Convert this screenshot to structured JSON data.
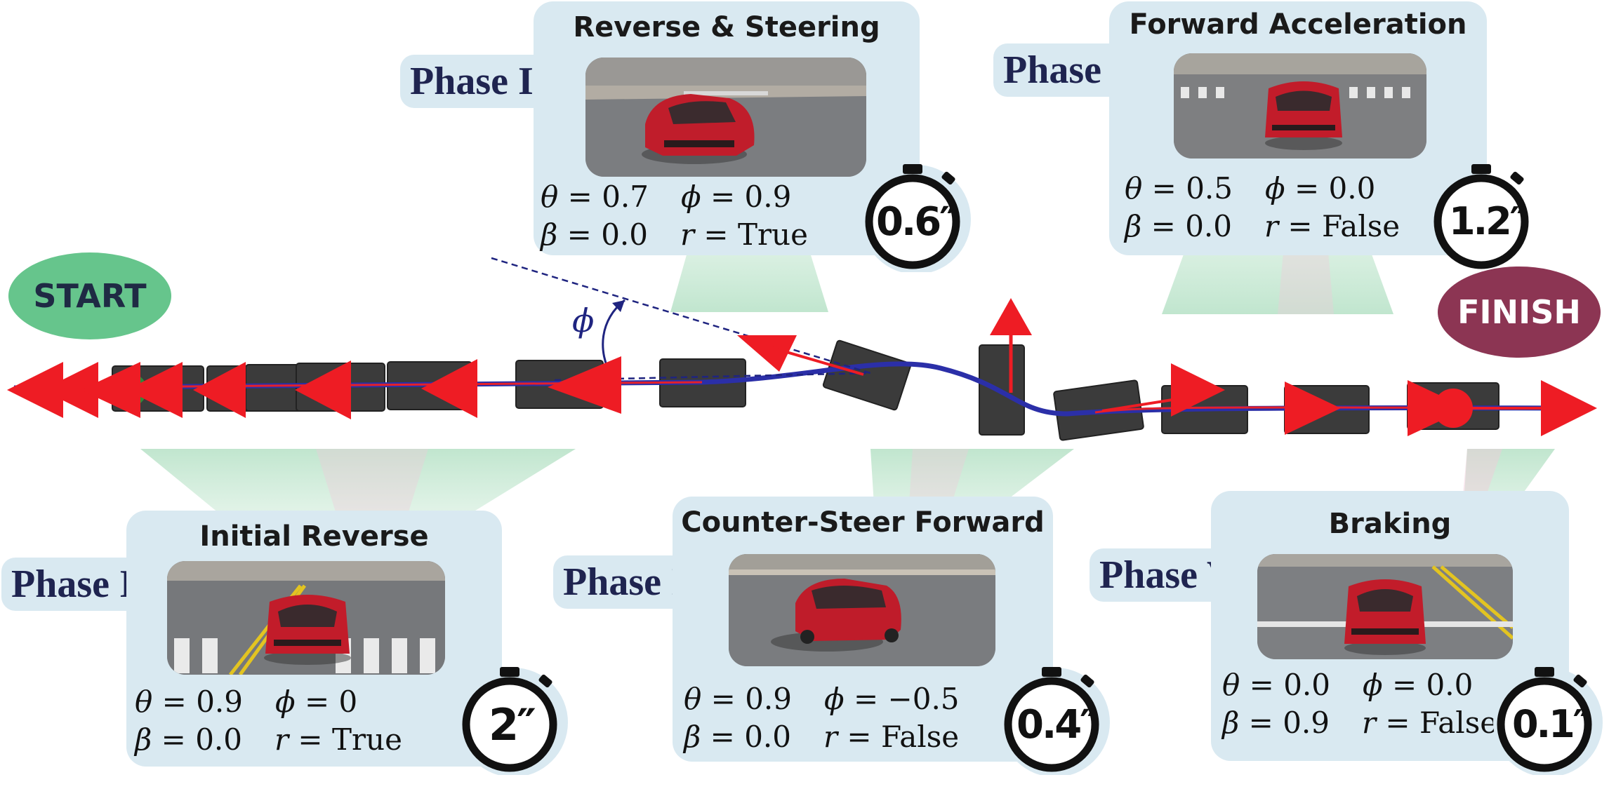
{
  "endpoints": {
    "start": {
      "label": "START",
      "color": "#66c58c",
      "text_color": "#1f2a44"
    },
    "finish": {
      "label": "FINISH",
      "color": "#8c3553",
      "text_color": "#ffffff"
    }
  },
  "angle_label": "ϕ",
  "time_unit_symbol": "″",
  "colors": {
    "panel_bg": "#d9e9f1",
    "path_blue": "#2b2fa8",
    "path_red": "#e5202a",
    "arrow_red": "#ee1c24",
    "car_block": "#3b3b3b",
    "phase_text": "#1f2450"
  },
  "phases": [
    {
      "id": "phase-1",
      "phase_label": "Phase I",
      "title": "Initial Reverse",
      "theta": "0.9",
      "phi": "0",
      "beta": "0.0",
      "r": "True",
      "duration": "2"
    },
    {
      "id": "phase-2",
      "phase_label": "Phase II",
      "title": "Reverse & Steering",
      "theta": "0.7",
      "phi": "0.9",
      "beta": "0.0",
      "r": "True",
      "duration": "0.6"
    },
    {
      "id": "phase-3",
      "phase_label": "Phase III",
      "title": "Counter-Steer Forward",
      "theta": "0.9",
      "phi": "−0.5",
      "beta": "0.0",
      "r": "False",
      "duration": "0.4"
    },
    {
      "id": "phase-4",
      "phase_label": "Phase IV",
      "title": "Forward Acceleration",
      "theta": "0.5",
      "phi": "0.0",
      "beta": "0.0",
      "r": "False",
      "duration": "1.2"
    },
    {
      "id": "phase-5",
      "phase_label": "Phase V",
      "title": "Braking",
      "theta": "0.0",
      "phi": "0.0",
      "beta": "0.9",
      "r": "False",
      "duration": "0.1"
    }
  ]
}
